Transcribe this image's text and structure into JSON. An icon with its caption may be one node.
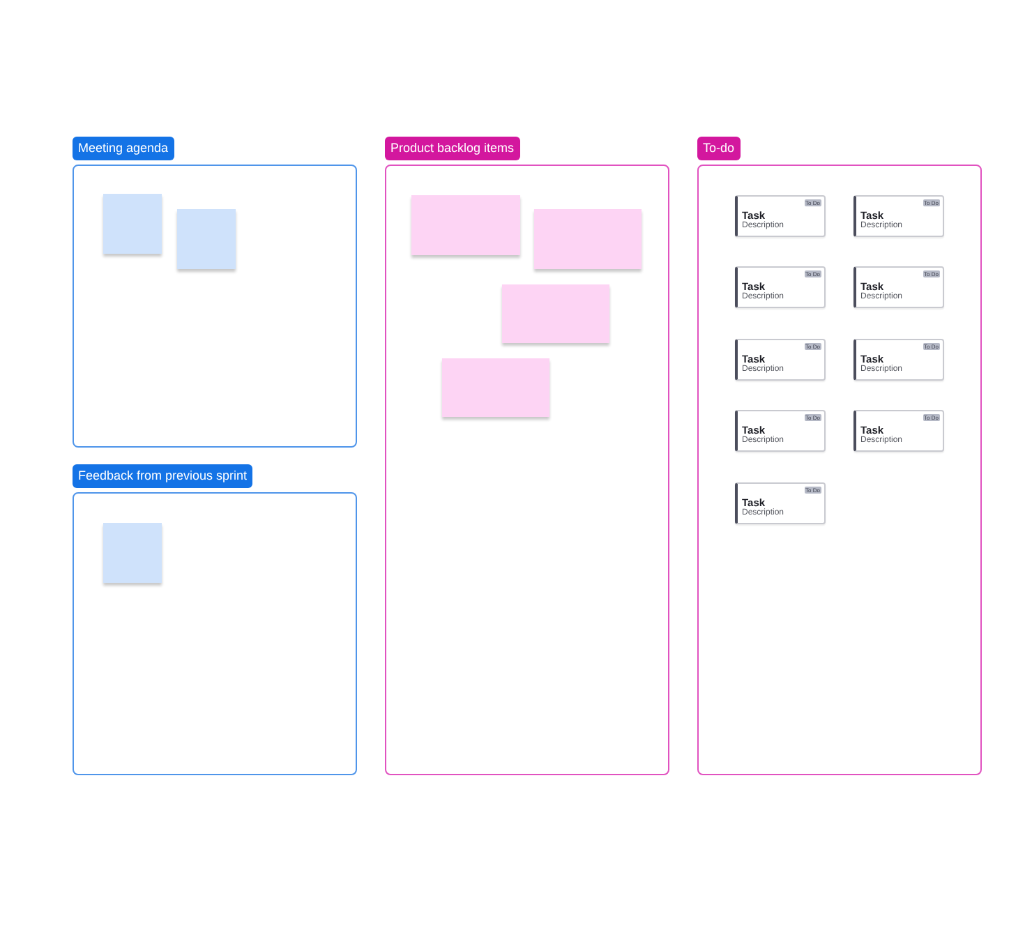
{
  "diagram": {
    "nodes": [
      {
        "text": [
          "Meeting agenda"
        ]
      },
      {
        "text": [],
        "shape": "box",
        "in": 0
      },
      {
        "text": [],
        "shape": "box",
        "in": 0
      },
      {
        "text": [
          "Feedback from previous sprint"
        ]
      },
      {
        "text": [],
        "shape": "box",
        "in": 3
      },
      {
        "text": [
          "Product backlog items"
        ]
      },
      {
        "text": [],
        "shape": "box",
        "in": 5
      },
      {
        "text": [],
        "shape": "box",
        "in": 5
      },
      {
        "text": [],
        "shape": "box",
        "in": 5
      },
      {
        "text": [],
        "shape": "box",
        "in": 5
      },
      {
        "text": [
          "To-do"
        ]
      },
      {
        "text": [
          "To Do",
          "Task",
          "Description"
        ],
        "in": 10
      },
      {
        "text": [
          "To Do",
          "Task",
          "Description"
        ],
        "in": 10
      },
      {
        "text": [
          "To Do",
          "Task",
          "Description"
        ],
        "in": 10
      },
      {
        "text": [
          "To Do",
          "Task",
          "Description"
        ],
        "in": 10
      },
      {
        "text": [
          "To Do",
          "Task",
          "Description"
        ],
        "in": 10
      },
      {
        "text": [
          "To Do",
          "Task",
          "Description"
        ],
        "in": 10
      },
      {
        "text": [
          "To Do",
          "Task",
          "Description"
        ],
        "in": 10
      },
      {
        "text": [
          "To Do",
          "Task",
          "Description"
        ],
        "in": 10
      },
      {
        "text": [
          "To Do",
          "Task",
          "Description"
        ],
        "in": 10
      }
    ],
    "edges": []
  }
}
